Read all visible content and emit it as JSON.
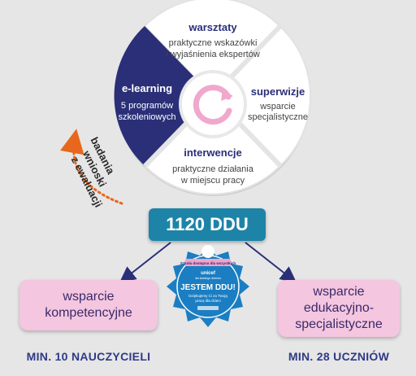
{
  "wheel": {
    "top": {
      "title": "warsztaty",
      "line1": "praktyczne wskazówki",
      "line2": "i wyjaśnienia ekspertów"
    },
    "right": {
      "title": "superwizje",
      "line1": "wsparcie",
      "line2": "specjalistyczne"
    },
    "bottom": {
      "title": "interwencje",
      "line1": "praktyczne działania",
      "line2": "w miejscu pracy"
    },
    "left": {
      "title": "e-learning",
      "line1": "5 programów",
      "line2": "szkoleniowych"
    }
  },
  "research_labels": [
    "badania",
    "wnioski",
    "z ewaluacji"
  ],
  "center_count": "1120 DDU",
  "badge": {
    "ribbon": "Szkoła dostępna dla wszystkich",
    "logo_text": "unicef",
    "logo_sub": "dla każdego dziecka",
    "headline": "JESTEM DDU!",
    "caption_line1": "Dziękujemy Ci za Twoją",
    "caption_line2": "pracę dla dzieci"
  },
  "left_box": {
    "line1": "wsparcie",
    "line2": "kompetencyjne",
    "stat": "MIN. 10 NAUCZYCIELI"
  },
  "right_box": {
    "line1": "wsparcie",
    "line2": "edukacyjno-",
    "line3": "specjalistyczne",
    "stat": "MIN. 28 UCZNIÓW"
  },
  "colors": {
    "navy": "#2a2f78",
    "teal": "#1e84a7",
    "pink": "#f4c6df",
    "orange": "#e8671e",
    "badge_blue": "#1b7ec2"
  }
}
